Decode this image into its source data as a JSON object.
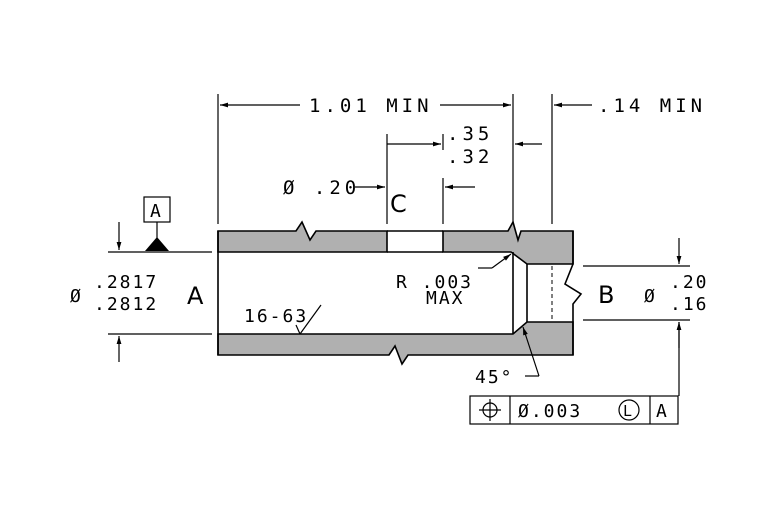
{
  "dims": {
    "length_min": "1.01 MIN",
    "land_min": ".14 MIN",
    "slot_upper": ".35",
    "slot_lower": ".32",
    "slot_dia": "Ø .20",
    "bore_dia_symbol": "Ø",
    "bore_upper": ".2817",
    "bore_lower": ".2812",
    "bore_label": "A",
    "end_dia_symbol": "Ø",
    "end_upper": ".20",
    "end_lower": ".16",
    "end_label": "B",
    "radius_line1": "R .003",
    "radius_line2": "MAX",
    "chamfer": "45°",
    "finish": "16-63",
    "slot_label": "C",
    "datum_letter": "A"
  },
  "fcf": {
    "symbol": "position-icon",
    "tolerance": "Ø.003",
    "modifier": "L",
    "datum": "A"
  },
  "colors": {
    "wall_fill": "#b0b0b0",
    "line": "#000000"
  }
}
